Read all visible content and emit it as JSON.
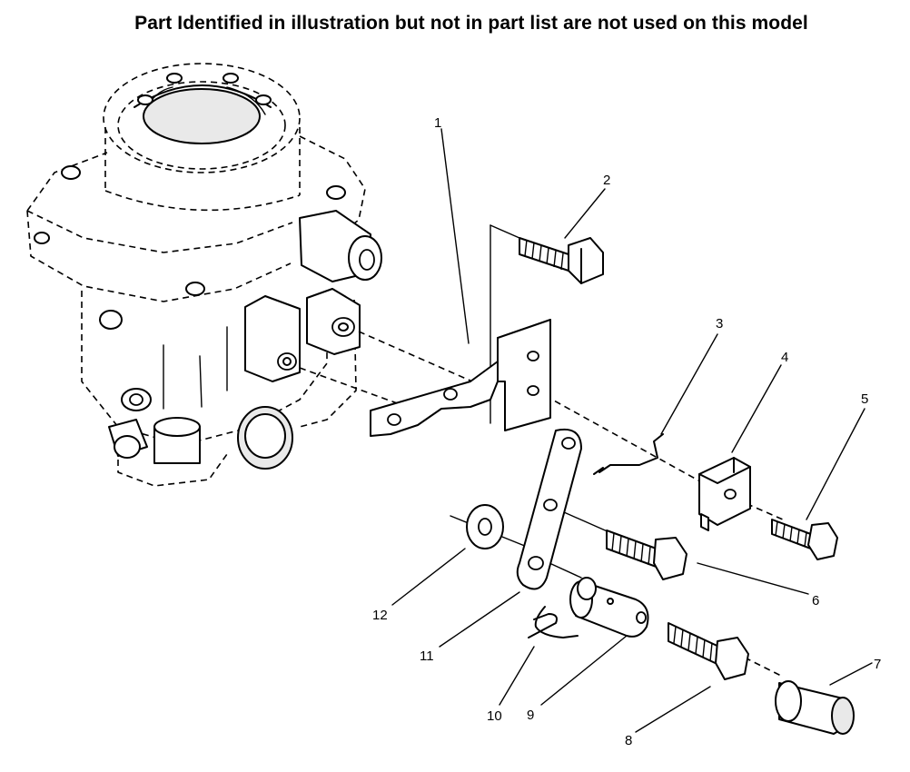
{
  "header": {
    "notice": "Part Identified in illustration but not in part list are not used on this model"
  },
  "callouts": [
    {
      "id": "1",
      "label": "1"
    },
    {
      "id": "2",
      "label": "2"
    },
    {
      "id": "3",
      "label": "3"
    },
    {
      "id": "4",
      "label": "4"
    },
    {
      "id": "5",
      "label": "5"
    },
    {
      "id": "6",
      "label": "6"
    },
    {
      "id": "7",
      "label": "7"
    },
    {
      "id": "8",
      "label": "8"
    },
    {
      "id": "9",
      "label": "9"
    },
    {
      "id": "10",
      "label": "10"
    },
    {
      "id": "11",
      "label": "11"
    },
    {
      "id": "12",
      "label": "12"
    }
  ]
}
